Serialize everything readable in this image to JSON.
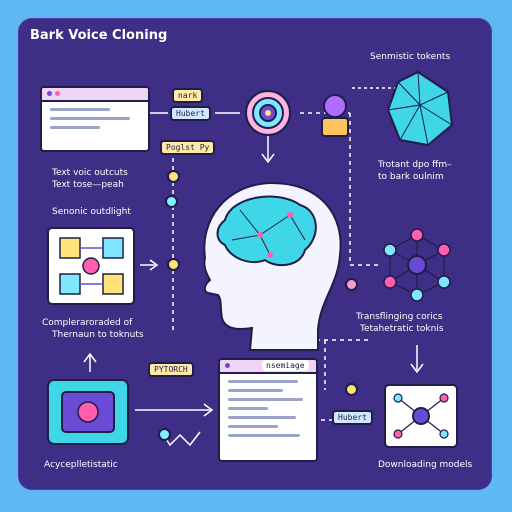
{
  "title": "Bark Voice Cloning",
  "labels": {
    "semantic_tokens": "Senmistic tokents",
    "text_voice_outputs": "Text voic outcuts",
    "text_to_speech": "Text tose—peah",
    "tag_hubert_1": "Hubert",
    "tag_hubert_2": "Hubert",
    "tag_pytorch_py": "Poglst Py",
    "semantic_output": "Senonic outdlight",
    "treatment": "Trotant dpo ffm–",
    "to_bark_outputs": "to bark oulnim",
    "complementary": "Compleraroraded of",
    "thermal_tokens": "Thernaun to toknuts",
    "pytorch": "PYTORCH",
    "transforming": "Transflinging corics",
    "tetrahedral": "Tetahetratic toknis",
    "acyclic": "Acyceplletistatic",
    "downloading": "Downloading models",
    "tag_top": "nark",
    "tag_win": "nsemiage"
  },
  "colors": {
    "background": "#5fb7f3",
    "panel": "#3e2e86",
    "accent_cyan": "#43d9ff",
    "accent_pink": "#ff5fae",
    "accent_yellow": "#ffe27a"
  },
  "icons": [
    "browser-window-icon",
    "head-brain-icon",
    "network-graph-icon",
    "crystal-icon",
    "grid-board-icon",
    "chip-icon",
    "spiral-icon",
    "user-lock-icon"
  ]
}
